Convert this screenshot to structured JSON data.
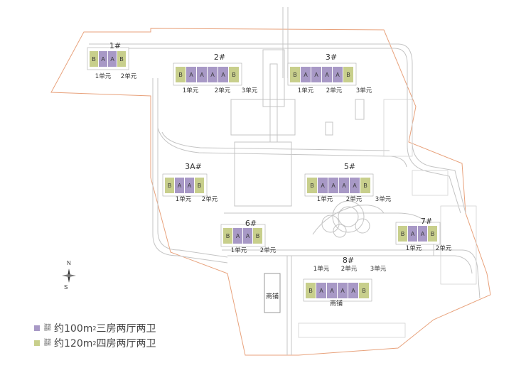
{
  "legend": [
    {
      "color": "#a899c6",
      "tiny": "建筑面积",
      "area": "约100m",
      "sup": "2",
      "type": "三房两厅两卫"
    },
    {
      "color": "#c8cf8c",
      "tiny": "建筑面积",
      "area": "约120m",
      "sup": "2",
      "type": "四房两厅两卫"
    }
  ],
  "compass": {
    "north": "N",
    "south": "S"
  },
  "shop_label": "商铺",
  "buildings": [
    {
      "name": "1#",
      "cells": [
        "B",
        "A",
        "A",
        "B"
      ],
      "units": [
        "1单元",
        "2单元"
      ]
    },
    {
      "name": "2#",
      "cells": [
        "B",
        "A",
        "A",
        "A",
        "A",
        "B"
      ],
      "units": [
        "1单元",
        "2单元",
        "3单元"
      ]
    },
    {
      "name": "3#",
      "cells": [
        "B",
        "A",
        "A",
        "A",
        "A",
        "B"
      ],
      "units": [
        "1单元",
        "2单元",
        "3单元"
      ]
    },
    {
      "name": "3A#",
      "cells": [
        "B",
        "A",
        "A",
        "B"
      ],
      "units": [
        "1单元",
        "2单元"
      ]
    },
    {
      "name": "5#",
      "cells": [
        "B",
        "A",
        "A",
        "A",
        "A",
        "B"
      ],
      "units": [
        "1单元",
        "2单元",
        "3单元"
      ]
    },
    {
      "name": "6#",
      "cells": [
        "B",
        "A",
        "A",
        "B"
      ],
      "units": [
        "1单元",
        "2单元"
      ]
    },
    {
      "name": "7#",
      "cells": [
        "B",
        "A",
        "A",
        "B"
      ],
      "units": [
        "1单元",
        "2单元"
      ]
    },
    {
      "name": "8#",
      "cells": [
        "B",
        "A",
        "A",
        "A",
        "A",
        "B"
      ],
      "units": [
        "1单元",
        "2单元",
        "3单元"
      ]
    }
  ],
  "colors": {
    "A": "#a899c6",
    "B": "#c8cf8c",
    "boundary": "#e8a27c",
    "road": "#bdbdbd"
  }
}
